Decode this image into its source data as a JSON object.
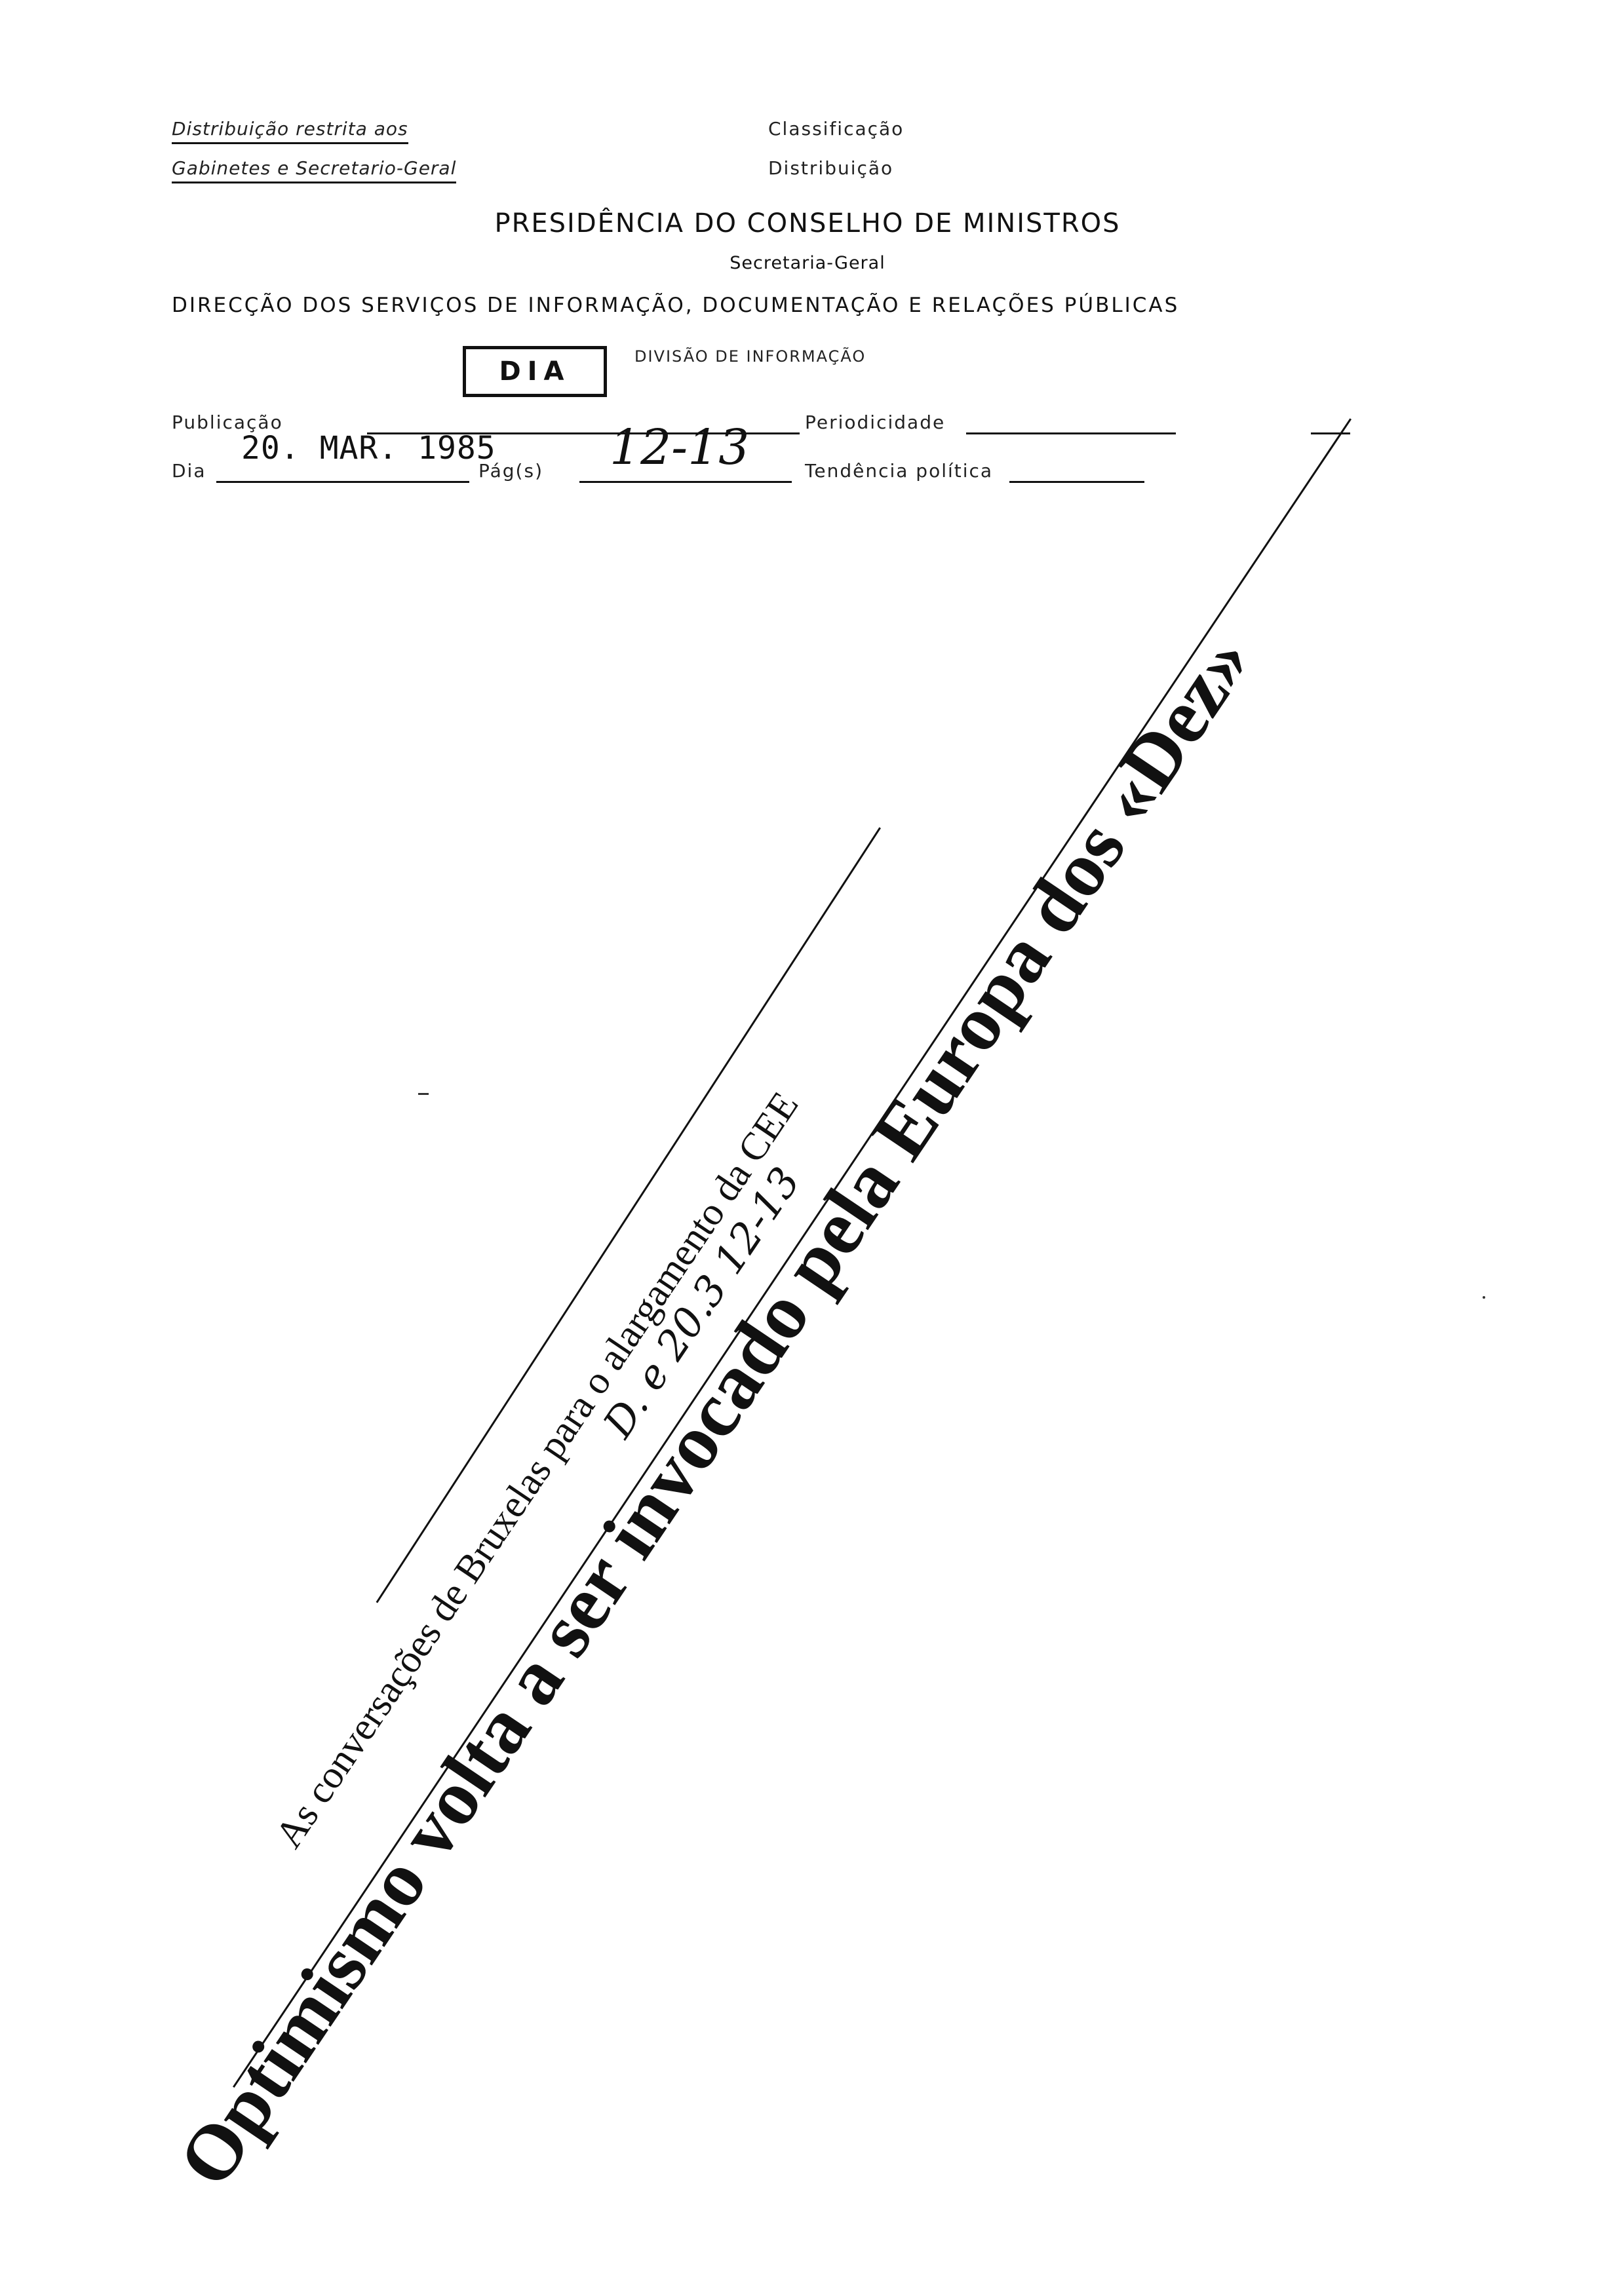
{
  "header": {
    "left_line1": "Distribuição restrita aos",
    "left_line2": "Gabinetes e Secretario-Geral",
    "right_line1": "Classificação",
    "right_line2": "Distribuição",
    "institution": "PRESIDÊNCIA DO CONSELHO DE MINISTROS",
    "secretariat": "Secretaria-Geral",
    "directorate": "DIRECÇÃO DOS SERVIÇOS DE INFORMAÇÃO, DOCUMENTAÇÃO E RELAÇÕES PÚBLICAS",
    "stamp": "DIA",
    "division": "DIVISÃO DE INFORMAÇÃO"
  },
  "form": {
    "publicacao_label": "Publicação",
    "dia_label": "Dia",
    "date_value": "20. MAR. 1985",
    "pags_label": "Pág(s)",
    "pags_value": "12-13",
    "periodicidade_label": "Periodicidade",
    "tendencia_label": "Tendência política"
  },
  "article": {
    "kicker": "As conversações de Bruxelas para o alargamento da CEE",
    "headline": "Optimismo volta a ser invocado pela Europa dos «Dez»",
    "handwritten_note": "D. e 20.3 12-13"
  }
}
